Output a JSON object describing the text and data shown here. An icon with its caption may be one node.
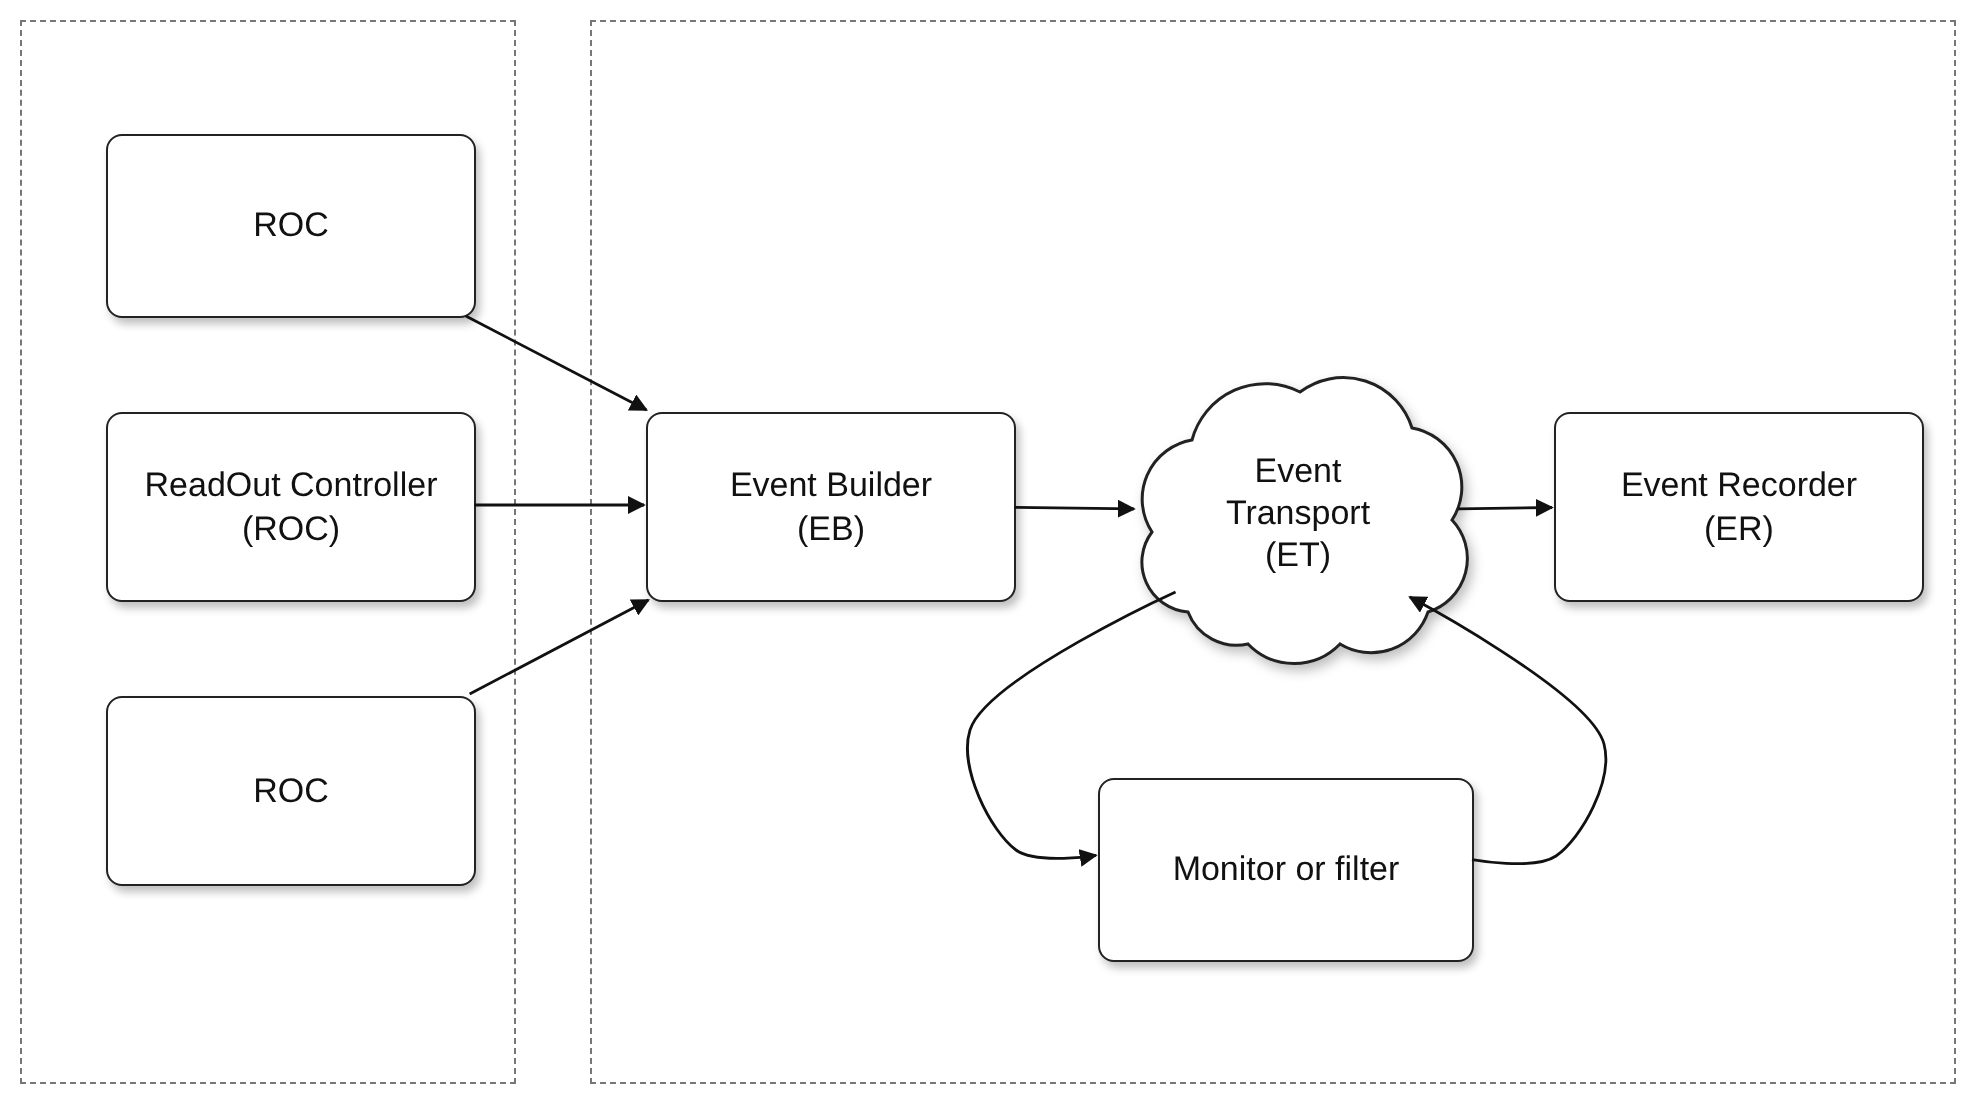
{
  "diagram": {
    "nodes": [
      {
        "text": [],
        "shape": "box"
      },
      {
        "text": [],
        "shape": "box"
      },
      {
        "text": [
          "ROC"
        ],
        "in": 0
      },
      {
        "text": [
          "ReadOut Controller (ROC)"
        ],
        "in": 0
      },
      {
        "text": [
          "ROC"
        ],
        "in": 0
      },
      {
        "text": [
          "Event Builder (EB)"
        ],
        "in": 1
      },
      {
        "text": [
          "Event Transport (ET)"
        ],
        "in": 1
      },
      {
        "text": [
          "Event Recorder (ER)"
        ],
        "in": 1
      },
      {
        "text": [
          "Monitor or filter"
        ],
        "in": 1
      }
    ],
    "edges": [
      {
        "from": 2,
        "to": 5,
        "arrow": "to"
      },
      {
        "from": 3,
        "to": 5,
        "arrow": "to"
      },
      {
        "from": 4,
        "to": 5,
        "arrow": "to"
      },
      {
        "from": 5,
        "to": 6,
        "arrow": "to"
      },
      {
        "from": 6,
        "to": 7,
        "arrow": "to"
      },
      {
        "from": 6,
        "to": 8,
        "arrow": "to"
      },
      {
        "from": 8,
        "to": 6,
        "arrow": "to"
      }
    ]
  }
}
